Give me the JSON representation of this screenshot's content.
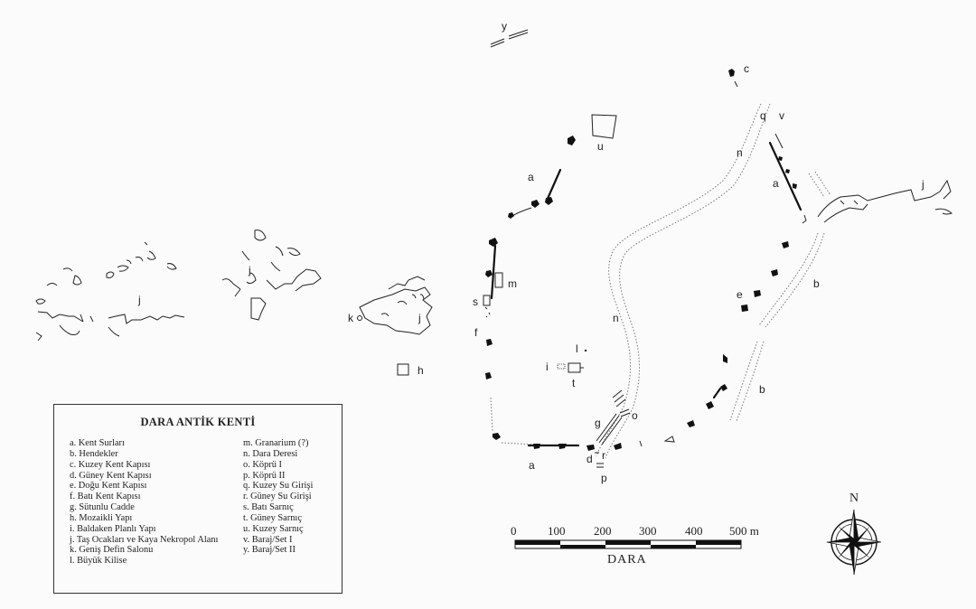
{
  "legend": {
    "title": "DARA ANTİK KENTİ",
    "left_items": [
      "a. Kent Surları",
      "b. Hendekler",
      "c. Kuzey Kent Kapısı",
      "d. Güney Kent Kapısı",
      "e. Doğu Kent Kapısı",
      "f. Batı Kent Kapısı",
      "g. Sütunlu Cadde",
      "h. Mozaikli Yapı",
      "i. Baldaken Planlı Yapı",
      "j. Taş Ocakları ve Kaya Nekropol Alanı",
      "k. Geniş Defin Salonu",
      "l. Büyük Kilise"
    ],
    "right_items": [
      "m. Granarium (?)",
      "n. Dara Deresi",
      "o. Köprü I",
      "p. Köprü II",
      "q. Kuzey Su Girişi",
      "r. Güney Su Girişi",
      "s. Batı Sarnıç",
      "t. Güney Sarnıç",
      "u. Kuzey Sarnıç",
      "v. Baraj/Set I",
      "y. Baraj/Set II"
    ]
  },
  "map_labels": {
    "y": "y",
    "c": "c",
    "q": "q",
    "v": "v",
    "n": "n",
    "u": "u",
    "a": "a",
    "j": "j",
    "b": "b",
    "e": "e",
    "m": "m",
    "s": "s",
    "f": "f",
    "k": "k",
    "l": "l",
    "i": "i",
    "t": "t",
    "h": "h",
    "g": "g",
    "o": "o",
    "d": "d",
    "r": "r",
    "p": "p"
  },
  "scale": {
    "ticks": [
      "0",
      "100",
      "200",
      "300",
      "400",
      "500 m"
    ],
    "caption": "DARA",
    "segment_colors": [
      "#111111",
      "#ffffff"
    ]
  },
  "compass": {
    "label": "N"
  }
}
